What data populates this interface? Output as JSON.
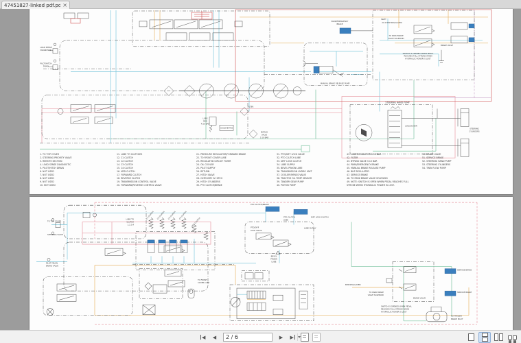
{
  "tab": {
    "title": "47451827-linked pdf.pdf",
    "close_glyph": "×"
  },
  "toolbar": {
    "page_indicator": "2 / 6",
    "icons": {
      "first_page": "◀",
      "previous_page": "◀",
      "next_page": "▶",
      "last_page": "▶",
      "previous_view": "page-back",
      "next_view": "page-forward",
      "view_single": "single-page",
      "view_continuous": "continuous",
      "view_facing": "facing",
      "view_facing_continuous": "facing-continuous",
      "page_dropdown": "▾",
      "tab_close": "×"
    }
  },
  "page1": {
    "labels": {
      "load_sense": [
        "LOAD SENSE",
        "DIAGNOSTIC"
      ],
      "pilot_drain": [
        "PILOT/HITCH",
        "DRAIN"
      ],
      "park_brake": [
        "PARK/EMERGENCY",
        "BRAKE"
      ],
      "inlet": "INLET",
      "inlet_reg": "21.5 BHP REGULATED",
      "to_park_solenoid": [
        "TO PARK BRAKE",
        "VALVE SOLENOID"
      ],
      "brake_valve": "BRAKE VALVE",
      "switch_note": [
        "SWITCH IS OPENED WHEN PEDAL",
        "REACHES FULL STROKE WHEN",
        "HYDRAULIC POWER IS LOST"
      ],
      "manual_pump": "MANUAL BRAKE RELEASE PUMP",
      "steering_pump": "STEERING HAND PUMP",
      "steering_bar": "230/230 BAR",
      "steering_cyl": [
        "STEERING",
        "CYLINDERS"
      ],
      "filter": "FILTER",
      "lube_reg": [
        "LUBE",
        "REG",
        "4.50 BAR"
      ],
      "bypass": [
        "BYPASS",
        "VALVE",
        "3.10 BAR"
      ],
      "cooler_bypass": "COOLER BYPASS"
    },
    "legend": {
      "col1": [
        "1. TO TOP COVER",
        "2. STEERING PRIORITY VALVE",
        "3. REMOTE SECTION",
        "4. LOAD SENSE DIAGNOSTIC",
        "5. PILOT/HITCH DRAIN",
        "6. NOT USED",
        "7. NOT USED",
        "8. NOT USED",
        "9. NOT USED",
        "10. NOT USED"
      ],
      "col2": [
        "11. LUBE TO CLUTCHES",
        "12. C1 CLUTCH",
        "13. C2 CLUTCH",
        "14. C3 CLUTCH",
        "15. C4 CLUTCH",
        "16. MFD CLUTCH",
        "17. FORWARD CLUTCH",
        "18. REVERSE CLUTCH",
        "19. TRANSMISSION CONTROL VALVE",
        "20. FORWARD/REVERSE CONTROL VALVE"
      ],
      "col3": [
        "21. PRESSURE REGULATOR/FORWARD BRAKE",
        "22. TO FRONT COVER LUBE",
        "23. REGULATED CIRCUIT FILTER",
        "24. OIL COOLER",
        "25. PILOT SUPPLY",
        "26. RETURN",
        "27. HITCH VALVE",
        "28. CATEGORY IV HITCH",
        "29. HITCH CYLINDERS",
        "30. PTO CLUTCH/BRAKE"
      ],
      "col4": [
        "31. PTO/DIFF LOCK VALVE",
        "32. PTO CLUTCH LUBE",
        "33. DIFF LOCK CLUTCH",
        "34. LUBE SUPPLY",
        "35. BEVEL PINION LUBE",
        "36. TRANSMISSION HYDRO UNIT",
        "37. COOLER BYPASS VALVE",
        "38. TRACTOR OIL TEMP SENSOR",
        "39. TANDEM GEAR PUMP",
        "40. PISTON PUMP"
      ],
      "col5": [
        "41. LUBE REGULATOR 4.50 BAR",
        "42. FILTER",
        "43. BYPASS VALVE 3.10 BAR",
        "44. PARK/EMERGENCY BRAKE",
        "45. MANUAL BRAKE RELEASE PUMP",
        "46. BHP REGULATED",
        "47. SERVICE BRAKE",
        "48. TO PARK BRAKE VALVE SOLENOID",
        "49. NOTE: SWITCH IS OPEN WHEN PEDAL REACHES FULL STROKE WHEN HYDRAULIC POWER IS LOST."
      ],
      "col6": [
        "50. BRAKE VALVE",
        "51. SERVICE BRAKE",
        "52. STEERING HAND PUMP",
        "53. STEERING CYLINDERS",
        "54. TWIN FLOW PUMP"
      ]
    }
  },
  "page2": {
    "labels": {
      "to_top_cover": "TO TOP COVER",
      "steering_valve": "STEERING VALVE",
      "pilot_drain": [
        "PILOT DRAIN",
        "BRAKE VALVE"
      ],
      "clutches": [
        "C1 CLUTCH",
        "C2 CLUTCH",
        "C3 CLUTCH",
        "C4 CLUTCH"
      ],
      "lube_to_clutch": [
        "LUBE TO",
        "CLUTCH",
        "1,2,3,4"
      ],
      "mfd": "MFD CLUTCH",
      "pto_brake": "PTO CLUTCH/BRAKE",
      "diff_clutch": "DIFF LOCK CLUTCH",
      "pto_valve": [
        "PTO/DIFF",
        "LOCK VALVE"
      ],
      "pto_lube": [
        "PTO CLUTCH",
        "LUBE"
      ],
      "lube_supply": "LUBE SUPPLY",
      "bevel": [
        "BEVEL",
        "PINION",
        "LUBE"
      ],
      "front_cover": [
        "TO FRONT",
        "COVER LUBE"
      ],
      "bhp": "BHP REGULATED",
      "to_park_solenoid": [
        "TO PARK BRAKE",
        "VALVE SOLENOID"
      ],
      "brake_valve": "BRAKE VALVE",
      "service1": "SERVICE BRAKE",
      "service2": "SERVICE BRAKE",
      "switch_note": [
        "SWITCH IS OPENED WHEN PEDAL",
        "REACHES FULL STROKE WHEN",
        "HYDRAULIC POWER IS LOST"
      ],
      "trailer": [
        "TO TRAILER",
        "BRAKE PILOT"
      ]
    }
  },
  "colors": {
    "line_cyan": "#7ec8dc",
    "line_orange": "#e7b568",
    "line_pink": "#e79aa4",
    "line_red": "#cf4a4a",
    "line_green": "#79c29e",
    "solenoid_blue": "#3a7fbe",
    "view_active_bg": "#cfe0f5"
  }
}
